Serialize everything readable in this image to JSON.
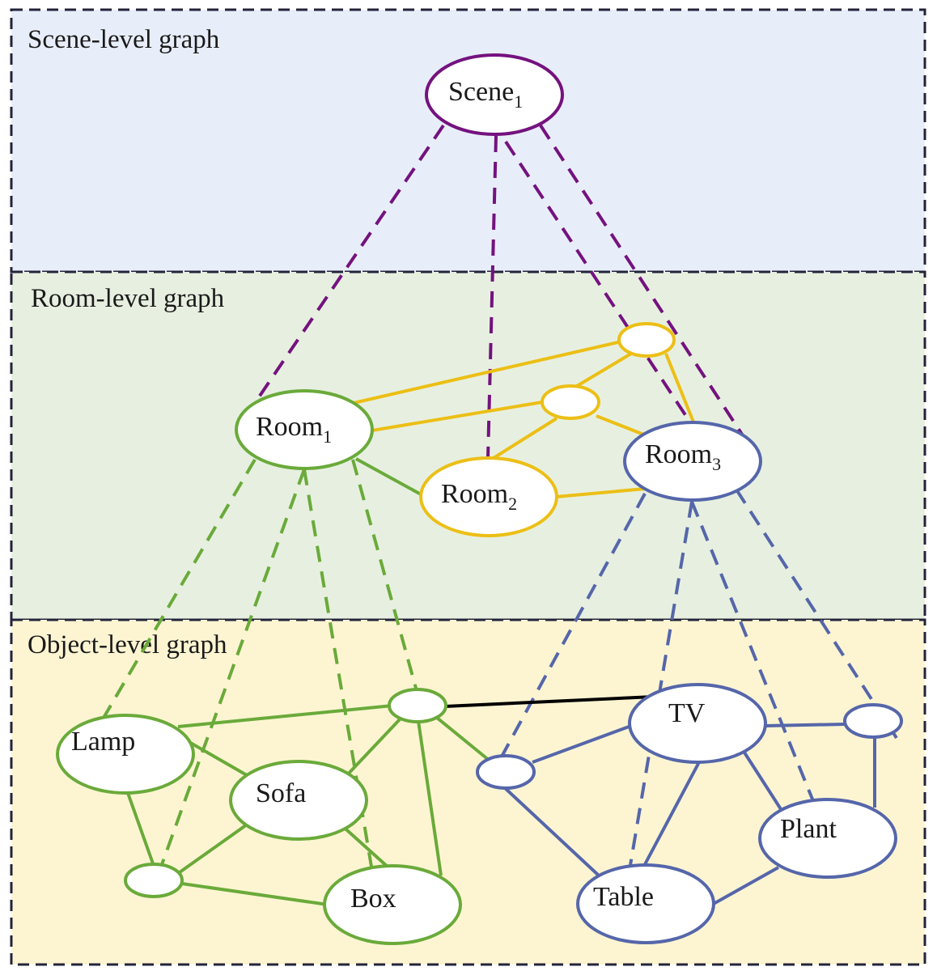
{
  "panels": [
    {
      "id": "scene",
      "label": "Scene-level graph"
    },
    {
      "id": "room",
      "label": "Room-level graph"
    },
    {
      "id": "object",
      "label": "Object-level graph"
    }
  ],
  "nodes": {
    "scene1": {
      "name": "Scene",
      "sub": "1"
    },
    "room1": {
      "name": "Room",
      "sub": "1"
    },
    "room2": {
      "name": "Room",
      "sub": "2"
    },
    "room3": {
      "name": "Room",
      "sub": "3"
    },
    "lamp": {
      "name": "Lamp"
    },
    "sofa": {
      "name": "Sofa"
    },
    "box": {
      "name": "Box"
    },
    "tv": {
      "name": "TV"
    },
    "plant": {
      "name": "Plant"
    },
    "table": {
      "name": "Table"
    }
  },
  "colors": {
    "scene_panel": "#e8eef9",
    "room_panel": "#e7f0e0",
    "object_panel": "#fdf5d2",
    "panel_border": "#23233a",
    "scene": "#74127f",
    "room_yellow": "#ecbf16",
    "green": "#6aaa3a",
    "blue": "#5566aa",
    "black": "#000000"
  }
}
